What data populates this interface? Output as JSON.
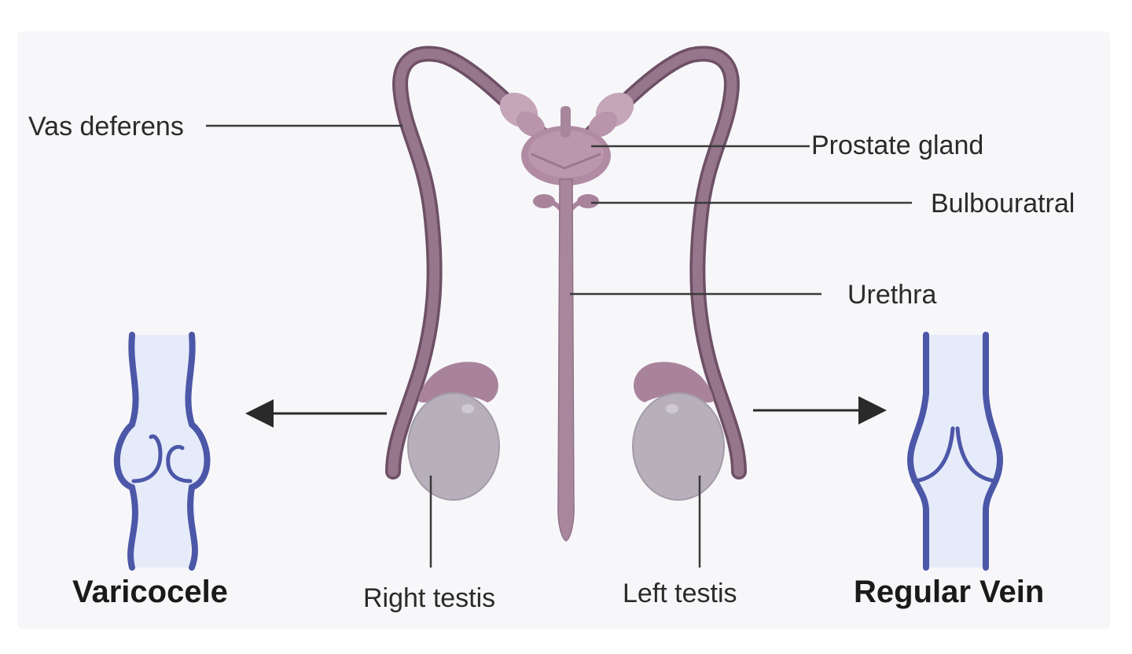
{
  "labels": {
    "vas_deferens": "Vas deferens",
    "prostate_gland": "Prostate gland",
    "bulbourethral": "Bulbouratral",
    "urethra": "Urethra",
    "right_testis": "Right testis",
    "left_testis": "Left testis",
    "varicocele": "Varicocele",
    "regular_vein": "Regular Vein"
  },
  "colors": {
    "background": "#ffffff",
    "panel": "#f6f6fa",
    "duct": "#8a6a80",
    "duct_outline": "#6e5066",
    "gland": "#b08ba3",
    "testis": "#b7b0ba",
    "epididymis": "#a9839c",
    "vein_stroke": "#4c57a8",
    "vein_fill": "#e6ebf9",
    "leader": "#3a3a3a"
  }
}
